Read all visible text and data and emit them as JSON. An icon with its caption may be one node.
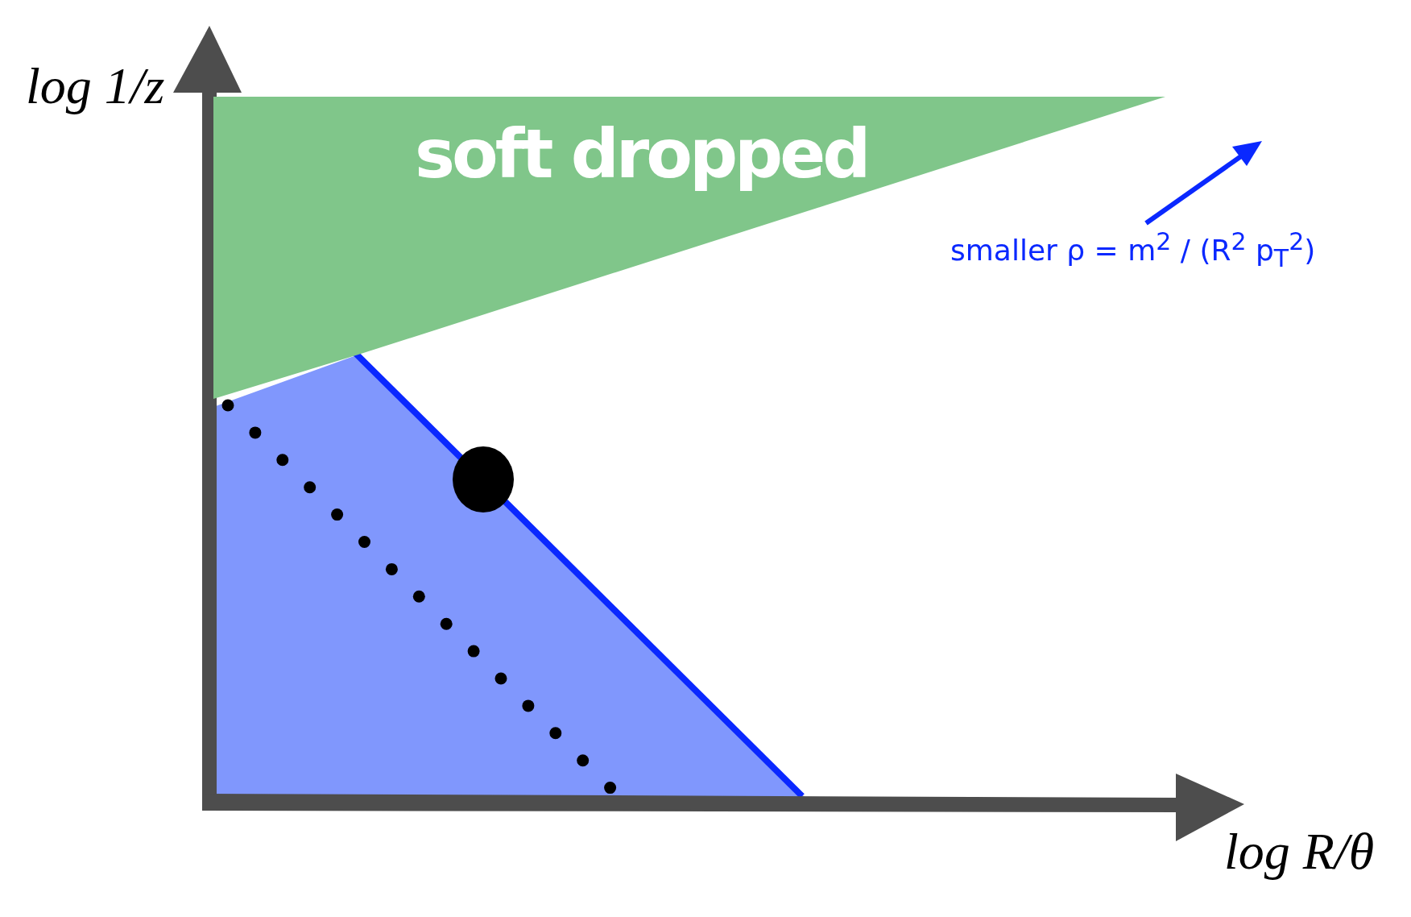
{
  "diagram": {
    "nodes": [
      {
        "text": [
          "soft dropped"
        ]
      }
    ],
    "labels": [
      "log 1/z",
      "smaller ρ = m$^{2}$ / (R$^{2}$ p$_{T}$$^{2}$)",
      "log R/θ"
    ]
  }
}
